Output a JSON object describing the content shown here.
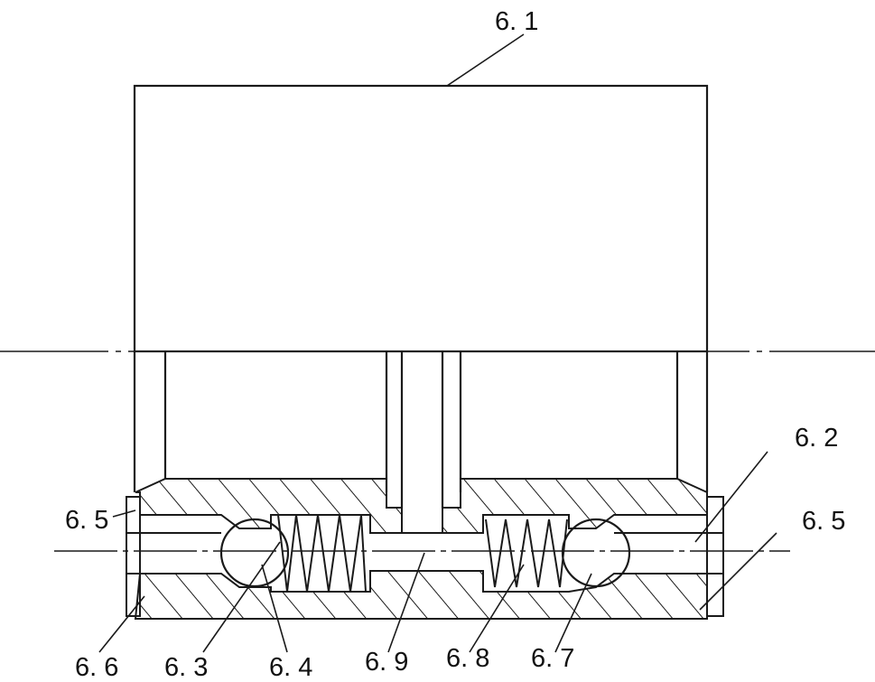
{
  "labels": {
    "top_block": "6. 1",
    "right_upper": "6. 2",
    "right_lower": "6. 5",
    "left_upper": "6. 5",
    "bottom_1": "6. 6",
    "bottom_2": "6. 3",
    "bottom_3": "6. 4",
    "bottom_4": "6. 9",
    "bottom_5": "6. 8",
    "bottom_6": "6. 7"
  },
  "colors": {
    "line": "#1a1a1a",
    "background": "#ffffff"
  }
}
